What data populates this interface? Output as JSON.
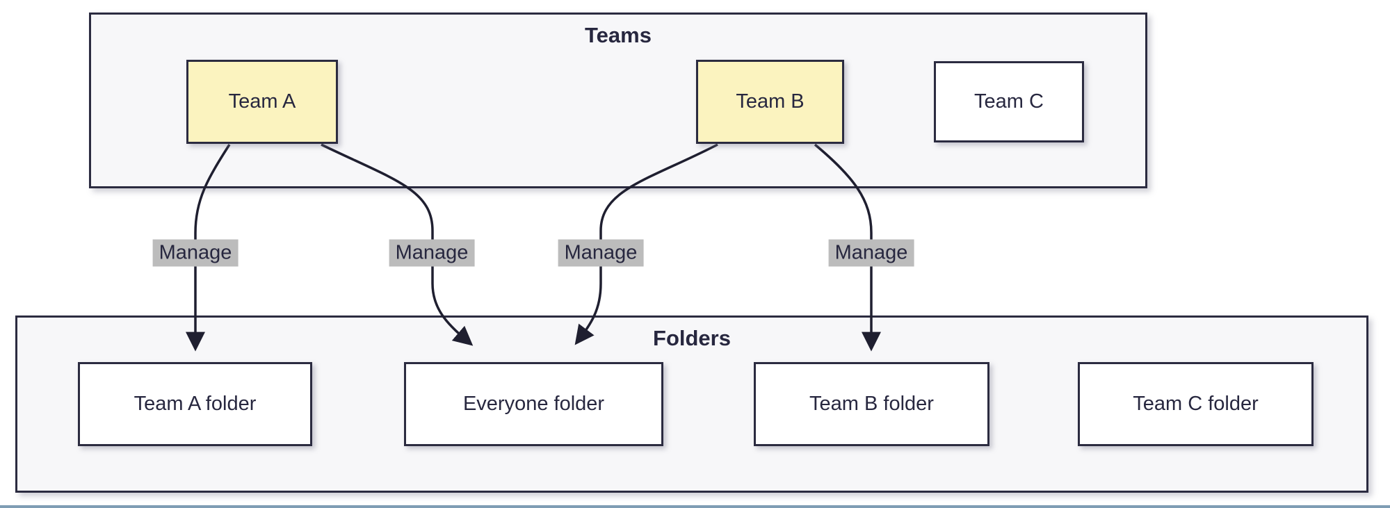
{
  "diagram_type": "flowchart",
  "teams": {
    "title": "Teams",
    "team_a": "Team A",
    "team_b": "Team B",
    "team_c": "Team C"
  },
  "folders": {
    "title": "Folders",
    "team_a_folder": "Team A folder",
    "everyone_folder": "Everyone folder",
    "team_b_folder": "Team B folder",
    "team_c_folder": "Team C folder"
  },
  "edges": [
    {
      "from": "Team A",
      "to": "Team A folder",
      "label": "Manage"
    },
    {
      "from": "Team A",
      "to": "Everyone folder",
      "label": "Manage"
    },
    {
      "from": "Team B",
      "to": "Everyone folder",
      "label": "Manage"
    },
    {
      "from": "Team B",
      "to": "Team B folder",
      "label": "Manage"
    }
  ],
  "colors": {
    "highlight_fill": "#fbf3bf",
    "node_fill": "#ffffff",
    "border": "#2b2b40",
    "container_fill": "#f7f7f9",
    "edge_stroke": "#1f1f30",
    "edge_label_bg": "#bcbcbc",
    "text": "#27273f",
    "bottom_line": "#7f9db4"
  }
}
